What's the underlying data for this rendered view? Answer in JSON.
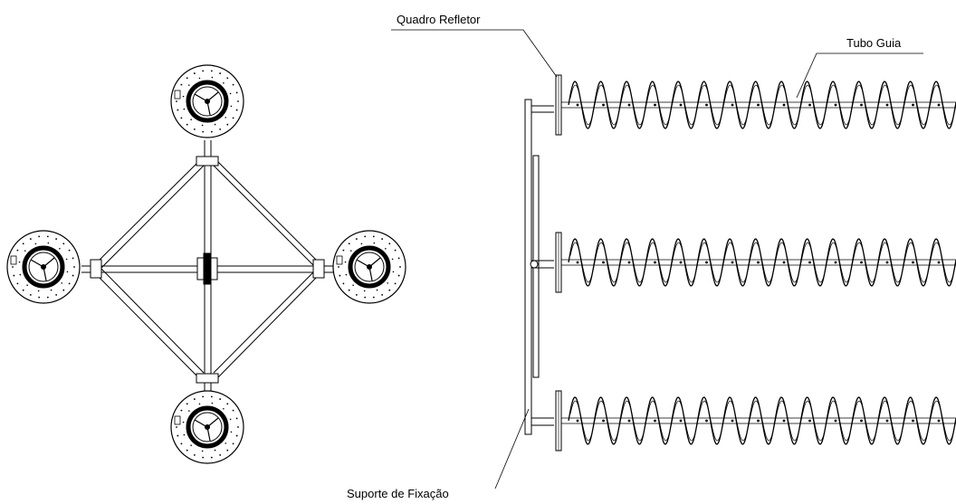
{
  "labels": {
    "reflector_frame": "Quadro Refletor",
    "guide_tube": "Tubo Guia",
    "mounting_support": "Suporte de Fixação"
  },
  "colors": {
    "line": "#000000",
    "background": "#ffffff"
  }
}
